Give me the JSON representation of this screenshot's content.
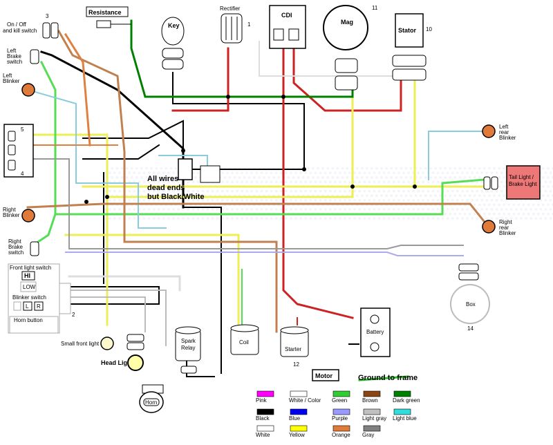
{
  "labels": {
    "resistance": "Resistance",
    "key": "Key",
    "rectifier": "Rectifier",
    "rectifier_num": "1",
    "cdi": "CDI",
    "mag": "Mag",
    "mag_num": "11",
    "stator": "Stator",
    "stator_num": "10",
    "kill_switch_1": "On / Off",
    "kill_switch_2": "and kill switch",
    "kill_num": "3",
    "left_brake_1": "Left",
    "left_brake_2": "Brake",
    "left_brake_3": "switch",
    "left_blinker_1": "Left",
    "left_blinker_2": "Blinker",
    "right_blinker_1": "Right",
    "right_blinker_2": "Blinker",
    "right_brake_1": "Right",
    "right_brake_2": "Brake",
    "right_brake_3": "switch",
    "conn_5": "5",
    "conn_4": "4",
    "dead_ends_1": "All wires",
    "dead_ends_2": "dead ends",
    "dead_ends_3": "but Black/White",
    "left_rear_blinker_1": "Left",
    "left_rear_blinker_2": "rear",
    "left_rear_blinker_3": "Blinker",
    "tail_light_1": "Tail Light /",
    "tail_light_2": "Brake Light",
    "right_rear_blinker_1": "Right",
    "right_rear_blinker_2": "rear",
    "right_rear_blinker_3": "Blinker",
    "front_light_switch": "Front light switch",
    "hi": "HI",
    "low": "LOW",
    "blinker_switch": "Blinker switch",
    "l": "L",
    "r": "R",
    "horn_button": "Horn button",
    "conn_2": "2",
    "small_front_light": "Small front light",
    "head_light": "Head Light",
    "horn": "Horn",
    "spark_relay_1": "Spark",
    "spark_relay_2": "Relay",
    "coil": "Coil",
    "starter": "Starter",
    "starter_num": "12",
    "battery": "Battery",
    "box": "Box",
    "box_num": "14",
    "motor": "Motor",
    "ground": "Ground to frame"
  },
  "legend": [
    {
      "name": "Pink",
      "color": "#ff00ff"
    },
    {
      "name": "White / Color",
      "color": "#ffffff"
    },
    {
      "name": "Green",
      "color": "#33cc33"
    },
    {
      "name": "Brown",
      "color": "#8b4513"
    },
    {
      "name": "Dark green",
      "color": "#008000"
    },
    {
      "name": "Black",
      "color": "#000000"
    },
    {
      "name": "Blue",
      "color": "#0000ee"
    },
    {
      "name": "Purple",
      "color": "#9999ff"
    },
    {
      "name": "Light gray",
      "color": "#c0c0c0"
    },
    {
      "name": "Light blue",
      "color": "#33dddd"
    },
    {
      "name": "White",
      "color": "#ffffff"
    },
    {
      "name": "Yellow",
      "color": "#ffff00"
    },
    {
      "name": "Orange",
      "color": "#e07a3a"
    },
    {
      "name": "Gray",
      "color": "#808080"
    }
  ],
  "colors": {
    "red": "#cc2222",
    "black": "#000000",
    "yellow": "#eeee55",
    "green": "#55dd55",
    "lightblue": "#88ccdd",
    "brown": "#c08050",
    "orange": "#e08040",
    "gray": "#999999",
    "blinker": "#e07a3a",
    "tail": "#ee7777",
    "darkred": "#aa2222"
  }
}
